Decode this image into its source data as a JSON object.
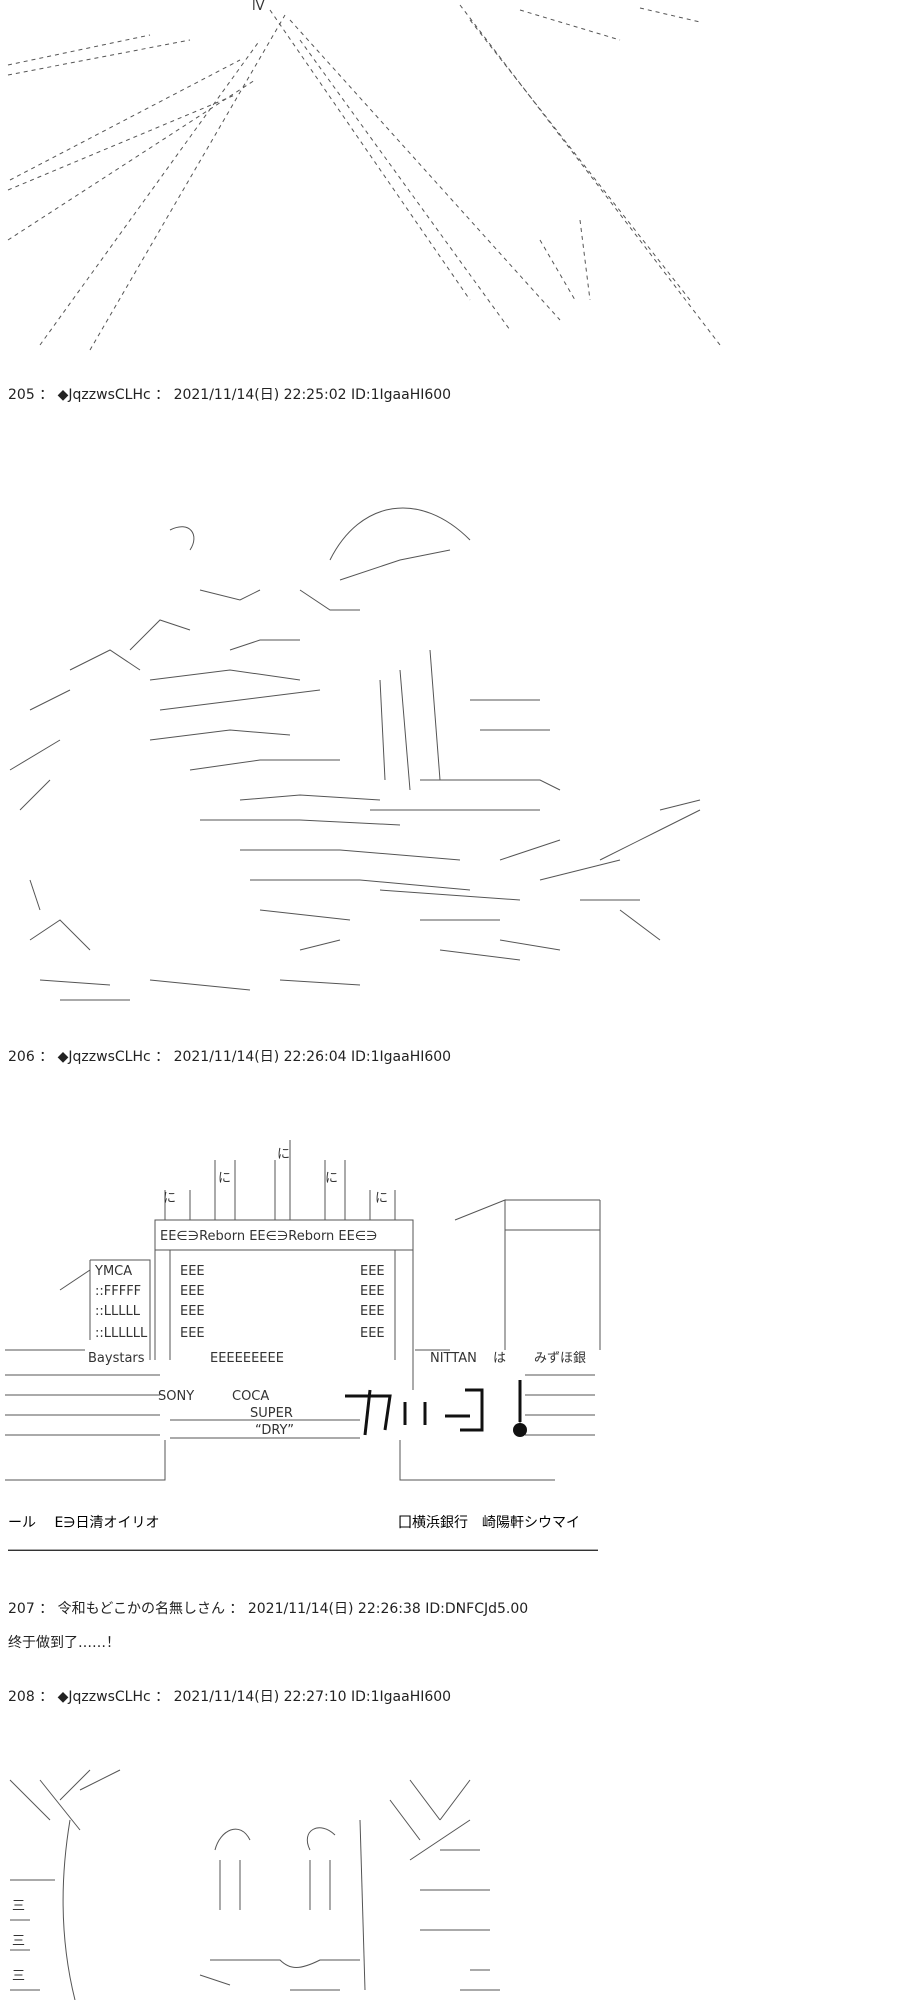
{
  "posts": [
    {
      "header": {
        "number": "205",
        "separator": "：",
        "author": "◆JqzzwsCLHc",
        "date_sep": "：",
        "datetime": "2021/11/14(日) 22:25:02",
        "id": "ID:1IgaaHI600"
      }
    },
    {
      "header": {
        "number": "206",
        "separator": "：",
        "author": "◆JqzzwsCLHc",
        "date_sep": "：",
        "datetime": "2021/11/14(日) 22:26:04",
        "id": "ID:1IgaaHI600"
      }
    },
    {
      "header": {
        "number": "207",
        "separator": "：",
        "author": "令和もどこかの名無しさん",
        "date_sep": "：",
        "datetime": "2021/11/14(日) 22:26:38",
        "id": "ID:DNFCJd5.00"
      },
      "body": "终于做到了……！"
    },
    {
      "header": {
        "number": "208",
        "separator": "：",
        "author": "◆JqzzwsCLHc",
        "date_sep": "：",
        "datetime": "2021/11/14(日) 22:27:10",
        "id": "ID:1IgaaHI600"
      }
    }
  ],
  "art_206": {
    "sign_reborn_left": "EE∈∋Reborn EE∈∋Reborn EE∈∋",
    "sign_ymca": "YMCA",
    "sign_fffff": "::FFFFF",
    "sign_lllll": "::LLLLL",
    "sign_llllll": "::LLLLLL",
    "sign_eee": "EEE",
    "sign_baystars": "Baystars",
    "sign_eeeeeeee": "EEEEEEEEE",
    "sign_sony": "SONY",
    "sign_coca": "COCA",
    "sign_super": "SUPER",
    "sign_dry": "“DRY”",
    "sign_nittan": "NITTAN",
    "sign_ha": "は",
    "sign_mizuho": "みずほ銀",
    "sound_effect": "カリーン!",
    "bottom_left": "ール　 E∋日清オイリオ",
    "bottom_right": "囗横浜銀行　崎陽軒シウマイ",
    "kanji_ni": "に"
  },
  "art_205": {
    "text_vertical_top": "lV"
  },
  "art_208": {
    "marks": "三"
  }
}
